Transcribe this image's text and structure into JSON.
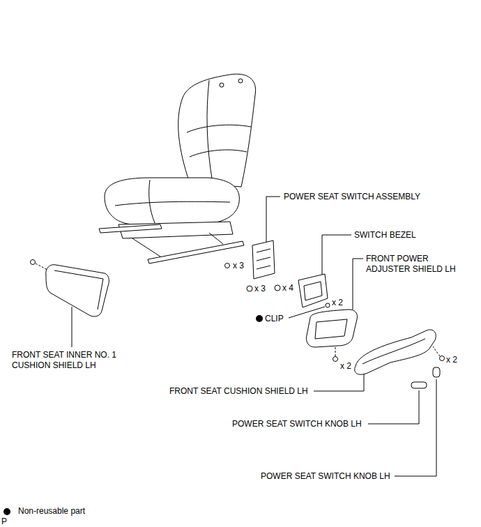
{
  "diagram": {
    "labels": [
      "POWER SEAT SWITCH ASSEMBLY",
      "SWITCH BEZEL",
      "FRONT POWER ADJUSTER SHIELD LH",
      "x 3",
      "x 3",
      "x 4",
      "x 2",
      "CLIP",
      "FRONT SEAT INNER NO. 1 CUSHION SHIELD LH",
      "x 2",
      "x 2",
      "FRONT SEAT CUSHION SHIELD LH",
      "POWER SEAT SWITCH KNOB LH",
      "POWER SEAT SWITCH KNOB LH",
      "P"
    ],
    "legend": [
      {
        "text": "Non-reusable part"
      }
    ]
  }
}
